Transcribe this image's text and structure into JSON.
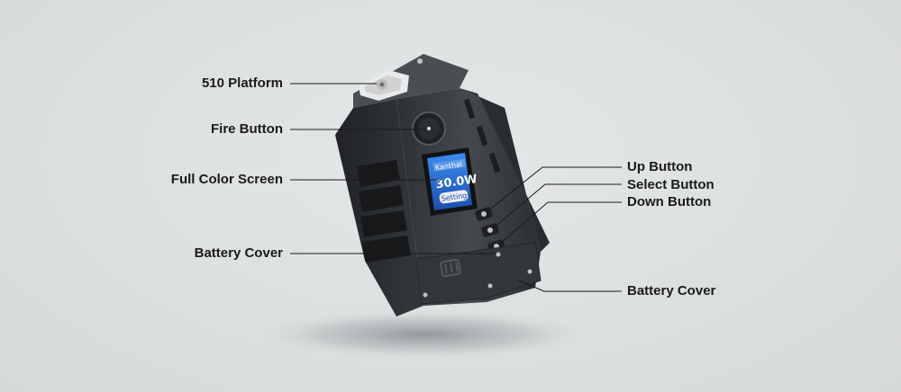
{
  "labels": {
    "platform_510": "510 Platform",
    "fire_button": "Fire Button",
    "full_color_screen": "Full Color Screen",
    "battery_cover_left": "Battery Cover",
    "up_button": "Up Button",
    "select_button": "Select Button",
    "down_button": "Down Button",
    "battery_cover_right": "Battery Cover"
  },
  "screen": {
    "top_text": "Kanthal",
    "power": "30.0W",
    "badge": "Settings"
  },
  "colors": {
    "background": "#dfe2e3",
    "device_body": "#3a3d40",
    "device_dark": "#26282b",
    "screen_blue": "#2a6fd6",
    "leader_line": "#1a1a1a"
  },
  "icons": {
    "logo": "dovpo-logo-icon"
  }
}
